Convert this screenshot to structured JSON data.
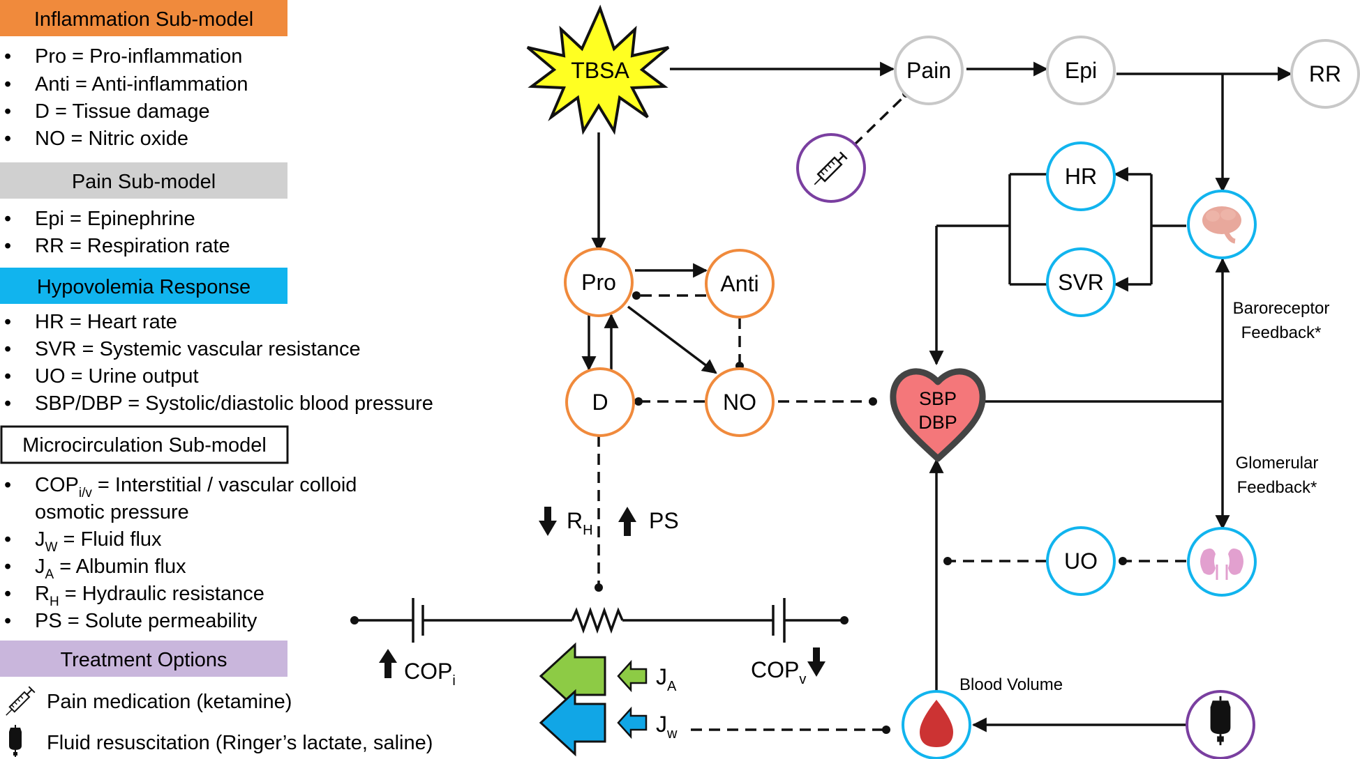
{
  "legend": {
    "inflammation": {
      "header": "Inflammation Sub-model",
      "color": "#F08A3C",
      "items": [
        "Pro = Pro-inflammation",
        "Anti = Anti-inflammation",
        "D = Tissue damage",
        "NO = Nitric oxide"
      ]
    },
    "pain": {
      "header": "Pain Sub-model",
      "color": "#D0D0D0",
      "items": [
        "Epi = Epinephrine",
        "RR = Respiration rate"
      ]
    },
    "hypovolemia": {
      "header": "Hypovolemia Response",
      "color": "#11B4EE",
      "items": [
        "HR = Heart rate",
        "SVR = Systemic vascular resistance",
        "UO = Urine output",
        "SBP/DBP = Systolic/diastolic blood pressure"
      ]
    },
    "microcirculation": {
      "header": "Microcirculation Sub-model",
      "color": "#FFFFFF",
      "items": [
        {
          "main": "COP",
          "sub": "i/v",
          "rest": " = Interstitial / vascular colloid"
        },
        {
          "main": "osmotic pressure",
          "sub": "",
          "rest": ""
        },
        {
          "main": "J",
          "sub": "W",
          "rest": " = Fluid flux"
        },
        {
          "main": "J",
          "sub": "A",
          "rest": " = Albumin flux"
        },
        {
          "main": "R",
          "sub": "H",
          "rest": " = Hydraulic resistance"
        },
        {
          "main": "PS = Solute permeability",
          "sub": "",
          "rest": ""
        }
      ]
    },
    "treatment": {
      "header": "Treatment Options",
      "color": "#C9B6DC",
      "items": [
        {
          "icon": "syringe-icon",
          "text": "Pain medication (ketamine)"
        },
        {
          "icon": "iv-bag-icon",
          "text": "Fluid resuscitation (Ringer’s lactate, saline)"
        }
      ]
    }
  },
  "nodes": {
    "tbsa": "TBSA",
    "pain": "Pain",
    "epi": "Epi",
    "rr": "RR",
    "hr": "HR",
    "svr": "SVR",
    "pro": "Pro",
    "anti": "Anti",
    "d": "D",
    "no": "NO",
    "sbp": "SBP",
    "dbp": "DBP",
    "uo": "UO"
  },
  "labels": {
    "baroreceptor_1": "Baroreceptor",
    "baroreceptor_2": "Feedback*",
    "glomerular_1": "Glomerular",
    "glomerular_2": "Feedback*",
    "blood_volume": "Blood Volume",
    "rh_main": "R",
    "rh_sub": "H",
    "ps": "PS",
    "copi_main": "COP",
    "copi_sub": "i",
    "copv_main": "COP",
    "copv_sub": "v",
    "ja_main": "J",
    "ja_sub": "A",
    "jw_main": "J",
    "jw_sub": "w"
  },
  "colors": {
    "orange": "#F08A3C",
    "grey": "#C8C8C8",
    "blue": "#11B4EE",
    "purple": "#7A3FA0",
    "tbsa_fill": "#FFFF22",
    "heart_fill": "#F4777A",
    "ja_arrow": "#8DCB45",
    "jw_arrow": "#11A6E6",
    "brain": "#E8A89C",
    "kidney": "#E2A0CF",
    "blood": "#CC3333"
  }
}
